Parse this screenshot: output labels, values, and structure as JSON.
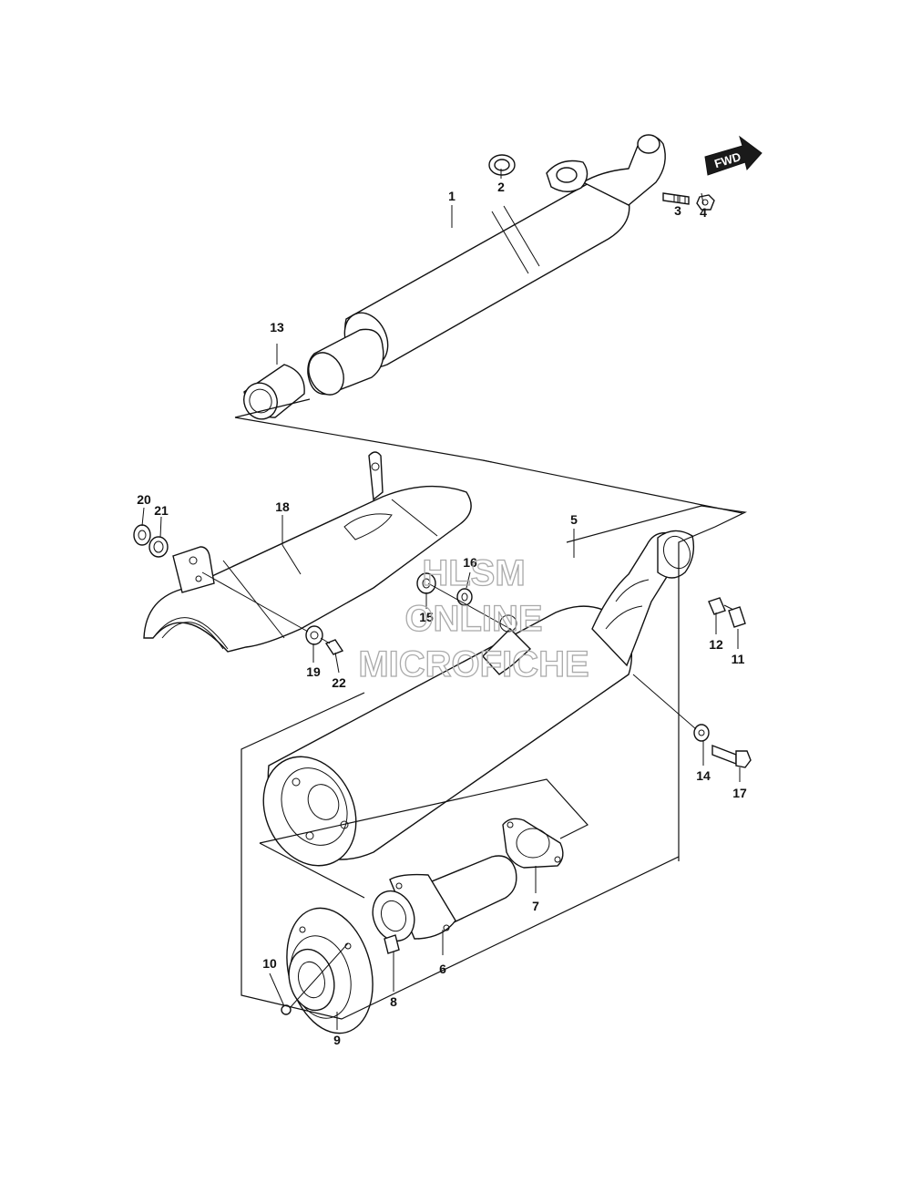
{
  "fwd_label": "FWD",
  "watermark": {
    "line1": "HLSM",
    "line2": "ONLINE",
    "line3": "MICROFICHE"
  },
  "callouts": {
    "c1": "1",
    "c2": "2",
    "c3": "3",
    "c4": "4",
    "c5": "5",
    "c6": "6",
    "c7": "7",
    "c8": "8",
    "c9": "9",
    "c10": "10",
    "c11": "11",
    "c12": "12",
    "c13": "13",
    "c14": "14",
    "c15": "15",
    "c16": "16",
    "c17": "17",
    "c18": "18",
    "c19": "19",
    "c20": "20",
    "c21": "21",
    "c22": "22"
  },
  "colors": {
    "line": "#111111",
    "watermark": "#aaaaaa",
    "fwd_arrow": "#1a1a1a"
  }
}
